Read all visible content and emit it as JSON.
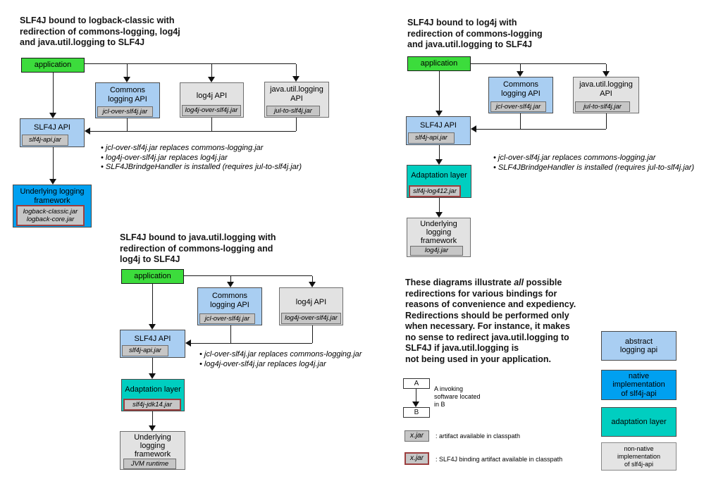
{
  "colors": {
    "application_green": "#3cdc3c",
    "abstract_api_blue": "#a9cef2",
    "native_impl_blue": "#00a0f0",
    "adaptation_teal": "#00cec0",
    "non_native_gray": "#e2e2e2",
    "jar_gray": "#c6c6c6",
    "binding_border_red": "#9c3f3f"
  },
  "d1": {
    "title": "SLF4J bound to logback-classic with\nredirection of commons-logging, log4j\nand java.util.logging to SLF4J",
    "application": "application",
    "commons": {
      "label": "Commons\nlogging API",
      "jar": "jcl-over-slf4j.jar"
    },
    "log4j": {
      "label": "log4j API",
      "jar": "log4j-over-slf4j.jar"
    },
    "jul": {
      "label": "java.util.logging\nAPI",
      "jar": "jul-to-slf4j.jar"
    },
    "slf4j": {
      "label": "SLF4J API",
      "jar": "slf4j-api.jar"
    },
    "underlying": {
      "label": "Underlying logging\nframework",
      "jar": "logback-classic.jar\nlogback-core.jar"
    },
    "notes": [
      "• jcl-over-slf4j.jar replaces commons-logging.jar",
      "• log4j-over-slf4j.jar replaces log4j.jar",
      "• SLF4JBrindgeHandler is installed (requires jul-to-slf4j.jar)"
    ]
  },
  "d2": {
    "title": "SLF4J bound to log4j with\nredirection of commons-logging\nand java.util.logging to SLF4J",
    "application": "application",
    "commons": {
      "label": "Commons\nlogging API",
      "jar": "jcl-over-slf4j.jar"
    },
    "jul": {
      "label": "java.util.logging\nAPI",
      "jar": "jul-to-slf4j.jar"
    },
    "slf4j": {
      "label": "SLF4J API",
      "jar": "slf4j-api.jar"
    },
    "adaptation": {
      "label": "Adaptation layer",
      "jar": "slf4j-log412.jar"
    },
    "underlying": {
      "label": "Underlying\nlogging\nframework",
      "jar": "log4j.jar"
    },
    "notes": [
      "• jcl-over-slf4j.jar replaces commons-logging.jar",
      "• SLF4JBrindgeHandler is installed (requires jul-to-slf4j.jar)"
    ]
  },
  "d3": {
    "title": "SLF4J bound to java.util.logging with\nredirection of commons-logging and\nlog4j to SLF4J",
    "application": "application",
    "commons": {
      "label": "Commons\nlogging API",
      "jar": "jcl-over-slf4j.jar"
    },
    "log4j": {
      "label": "log4j API",
      "jar": "log4j-over-slf4j.jar"
    },
    "slf4j": {
      "label": "SLF4J API",
      "jar": "slf4j-api.jar"
    },
    "adaptation": {
      "label": "Adaptation layer",
      "jar": "slf4j-jdk14.jar"
    },
    "underlying": {
      "label": "Underlying\nlogging\nframework",
      "jar": "JVM runtime"
    },
    "notes": [
      "• jcl-over-slf4j.jar replaces commons-logging.jar",
      "• log4j-over-slf4j.jar replaces log4j.jar"
    ]
  },
  "paragraph": {
    "part1": "These diagrams illustrate ",
    "emph": "all",
    "part2": " possible\nredirections for various bindings for\nreasons of convenience and expediency.\nRedirections should be performed only\nwhen necessary. For instance, it makes\nno sense to redirect java.util.logging to\nSLF4J if java.util.logging is\nnot being used in your application."
  },
  "legend": {
    "a": "A",
    "b": "B",
    "ab_caption": "A invoking\nsoftware located\nin B",
    "artifact": {
      "label": "x.jar",
      "caption": ": artifact available in classpath"
    },
    "binding": {
      "label": "x.jar",
      "caption": ": SLF4J binding artifact available in classpath"
    },
    "types": [
      {
        "label": "abstract\nlogging api"
      },
      {
        "label": "native implementation\nof slf4j-api"
      },
      {
        "label": "adaptation layer"
      },
      {
        "label": "non-native implementation\nof slf4j-api"
      }
    ]
  }
}
